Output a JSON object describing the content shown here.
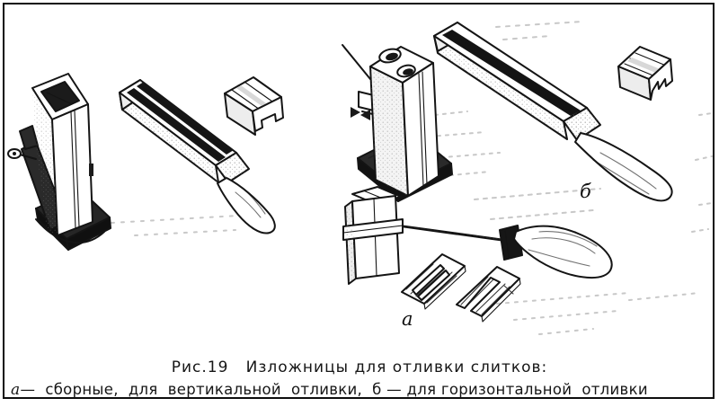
{
  "figure": {
    "labels": {
      "a": "а",
      "b": "б"
    },
    "caption": {
      "line1": "Рис.19   Изложницы для отливки слитков:",
      "line2_label": "а",
      "line2_rest": "—  сборные,  для  вертикальной  отливки,  б — для горизонтальной  отливки"
    }
  }
}
